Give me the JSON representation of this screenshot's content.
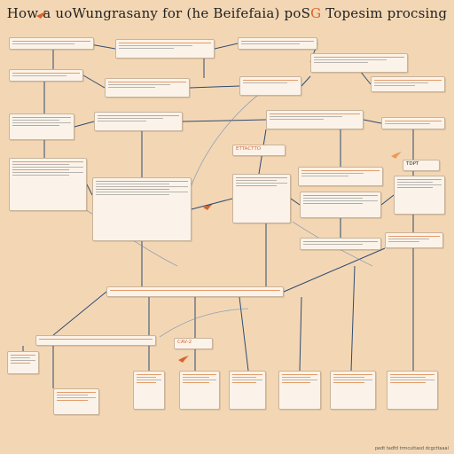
{
  "title": {
    "main": "How a uoWungrasany for",
    "paren": "(he Beifefaia) poS",
    "accent": "G",
    "rest": "Topesim procsing"
  },
  "colors": {
    "background": "#f3d7b4",
    "box": "#fbf3e9",
    "line": "#2e4b73",
    "accent": "#d9642a"
  },
  "labels": {
    "center_tag": "ETTACTTO",
    "mid_tag": "CAV-2",
    "right_tag": "TDPT",
    "footer": "pedt tadfd trmcuttasd dcgcttaaal"
  },
  "nodes": [
    {
      "id": "n1",
      "label": "",
      "lines": 2
    },
    {
      "id": "n2",
      "label": "",
      "lines": 3
    },
    {
      "id": "n3",
      "label": "",
      "lines": 2
    },
    {
      "id": "n4",
      "label": "",
      "lines": 3
    },
    {
      "id": "n5",
      "label": "",
      "lines": 3
    },
    {
      "id": "n6",
      "label": "",
      "lines": 2
    },
    {
      "id": "n7",
      "label": "",
      "lines": 3
    },
    {
      "id": "n8",
      "label": "",
      "lines": 2
    },
    {
      "id": "n9",
      "label": "",
      "lines": 4
    },
    {
      "id": "n10",
      "label": "",
      "lines": 3
    },
    {
      "id": "n11",
      "label": "",
      "lines": 3
    },
    {
      "id": "n12",
      "label": "",
      "lines": 2
    },
    {
      "id": "n13",
      "label": "",
      "lines": 6
    },
    {
      "id": "n14",
      "label": "",
      "lines": 6
    },
    {
      "id": "n15",
      "label": "",
      "lines": 4
    },
    {
      "id": "n16",
      "label": "",
      "lines": 3
    },
    {
      "id": "n17",
      "label": "",
      "lines": 4
    },
    {
      "id": "n18",
      "label": "",
      "lines": 4
    },
    {
      "id": "n19",
      "label": "",
      "lines": 2
    },
    {
      "id": "n20",
      "label": "",
      "lines": 3
    },
    {
      "id": "n21",
      "label": "",
      "lines": 1
    },
    {
      "id": "n22",
      "label": "",
      "lines": 1
    },
    {
      "id": "n23",
      "label": "",
      "lines": 4
    },
    {
      "id": "n24",
      "label": "",
      "lines": 4
    },
    {
      "id": "n25",
      "label": "",
      "lines": 4
    },
    {
      "id": "n26",
      "label": "",
      "lines": 4
    },
    {
      "id": "n27",
      "label": "",
      "lines": 4
    },
    {
      "id": "n28",
      "label": "",
      "lines": 4
    },
    {
      "id": "n29",
      "label": "",
      "lines": 4
    },
    {
      "id": "n30",
      "label": "",
      "lines": 4
    }
  ]
}
